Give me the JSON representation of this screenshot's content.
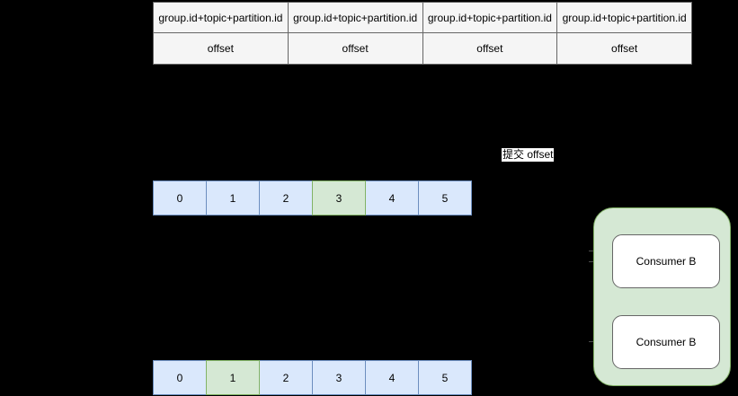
{
  "diagram": {
    "title": "Kafka consumer offset commit diagram",
    "colors": {
      "background": "#000000",
      "partition_fill": "#dae8fc",
      "partition_stroke": "#6c8ebf",
      "highlight_fill": "#d5e8d4",
      "highlight_stroke": "#82b366",
      "table_fill": "#f5f5f5",
      "table_stroke": "#666666",
      "consumer_fill": "#ffffff",
      "consumer_stroke": "#666666",
      "label_background": "#ffffff"
    }
  },
  "offsets_table": {
    "key_row": [
      "group.id+topic+partition.id",
      "group.id+topic+partition.id",
      "group.id+topic+partition.id",
      "group.id+topic+partition.id"
    ],
    "value_row": [
      "offset",
      "offset",
      "offset",
      "offset"
    ]
  },
  "commit_label": {
    "text": "提交 offset"
  },
  "partitions": [
    {
      "name": "partition-top",
      "cells": [
        "0",
        "1",
        "2",
        "3",
        "4",
        "5"
      ],
      "highlighted_index": 3
    },
    {
      "name": "partition-bottom",
      "cells": [
        "0",
        "1",
        "2",
        "3",
        "4",
        "5"
      ],
      "highlighted_index": 1
    }
  ],
  "consumer_group": {
    "consumers": [
      {
        "label": "Consumer B"
      },
      {
        "label": "Consumer B"
      }
    ]
  }
}
